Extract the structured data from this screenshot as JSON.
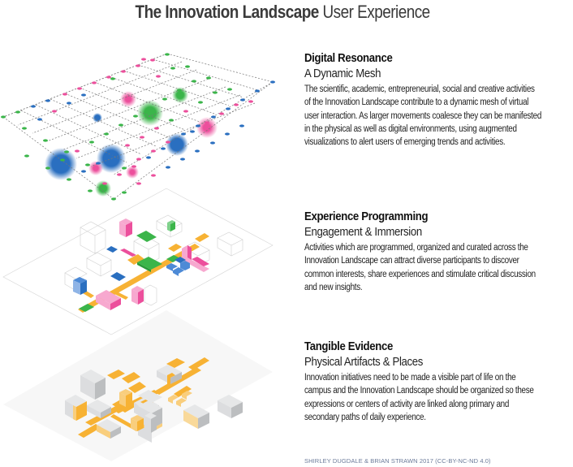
{
  "title": {
    "bold": "The Innovation Landscape",
    "light": "User Experience"
  },
  "sections": [
    {
      "heading": "Digital Resonance",
      "subheading": "A Dynamic Mesh",
      "body": "The scientific, academic, entrepreneurial, social and creative activities of the Innovation Landscape contribute to a dynamic mesh of virtual user interaction. As larger movements coalesce they can be manifested in the physical as well as digital environments, using augmented visualizations to alert users of emerging trends and activities."
    },
    {
      "heading": "Experience Programming",
      "subheading": "Engagement & Immersion",
      "body": "Activities which are programmed, organized and curated across the Innovation Landscape can attract diverse participants to discover common interests, share experiences and stimulate critical discussion and new insights."
    },
    {
      "heading": "Tangible Evidence",
      "subheading": "Physical Artifacts & Places",
      "body": "Innovation initiatives need to be made a visible part of life on the campus and the Innovation Landscape should be organized so these expressions or centers of activity are linked along primary and secondary paths of daily experience."
    }
  ],
  "credit": "SHIRLEY DUGDALE & BRIAN STRAWN 2017  (CC-BY-NC-ND 4.0)",
  "colors": {
    "blue": "#2a6fc0",
    "green": "#3bb54a",
    "pink": "#ec4f9c",
    "orange": "#f7b234",
    "gray": "#d1d3d4"
  },
  "layers": [
    {
      "name": "digital-mesh",
      "description": "isometric dashed grid with colored nodes and glowing blobs"
    },
    {
      "name": "experience-programming",
      "description": "isometric plane with colored activity blocks along orange paths"
    },
    {
      "name": "tangible-evidence",
      "description": "isometric plane with gray buildings and orange paths"
    }
  ]
}
